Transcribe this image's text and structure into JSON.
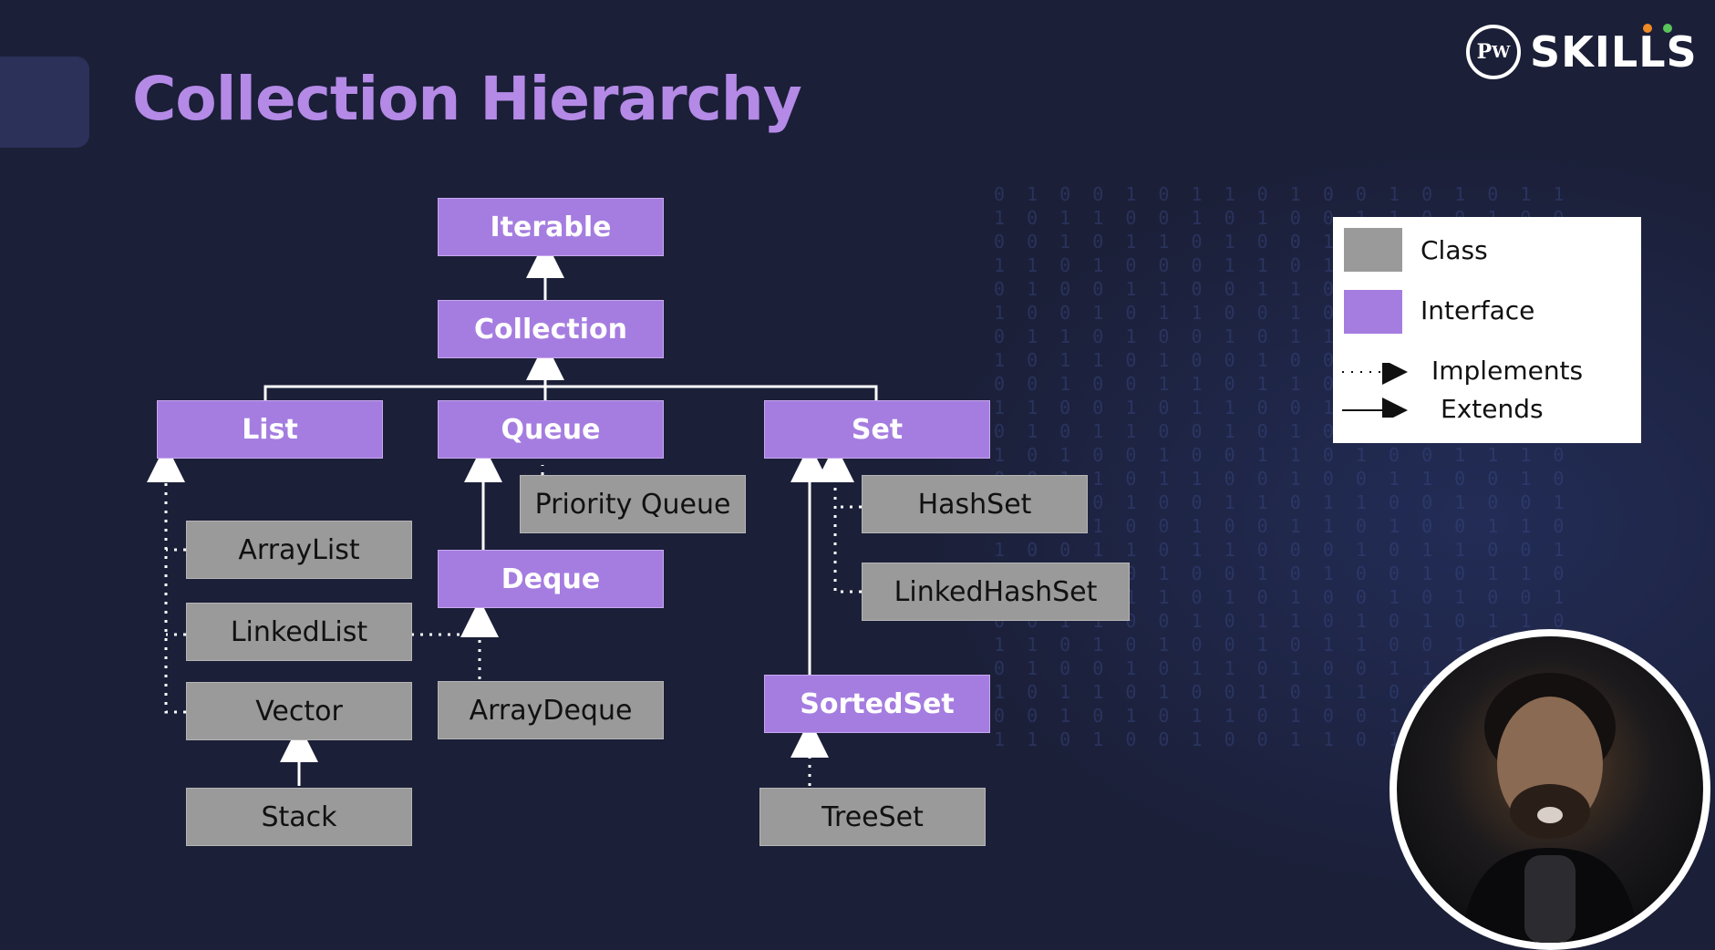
{
  "slide": {
    "title": "Collection Hierarchy",
    "logo_text": "SKILLS",
    "logo_monogram": "PW"
  },
  "diagram": {
    "nodes": {
      "iterable": {
        "label": "Iterable",
        "kind": "interface"
      },
      "collection": {
        "label": "Collection",
        "kind": "interface"
      },
      "list": {
        "label": "List",
        "kind": "interface"
      },
      "queue": {
        "label": "Queue",
        "kind": "interface"
      },
      "set": {
        "label": "Set",
        "kind": "interface"
      },
      "priority_queue": {
        "label": "Priority Queue",
        "kind": "class"
      },
      "hashset": {
        "label": "HashSet",
        "kind": "class"
      },
      "arraylist": {
        "label": "ArrayList",
        "kind": "class"
      },
      "deque": {
        "label": "Deque",
        "kind": "interface"
      },
      "linkedhashset": {
        "label": "LinkedHashSet",
        "kind": "class"
      },
      "linkedlist": {
        "label": "LinkedList",
        "kind": "class"
      },
      "vector": {
        "label": "Vector",
        "kind": "class"
      },
      "arraydeque": {
        "label": "ArrayDeque",
        "kind": "class"
      },
      "sortedset": {
        "label": "SortedSet",
        "kind": "interface"
      },
      "stack": {
        "label": "Stack",
        "kind": "class"
      },
      "treeset": {
        "label": "TreeSet",
        "kind": "class"
      }
    },
    "relations": [
      {
        "from": "Collection",
        "to": "Iterable",
        "type": "extends"
      },
      {
        "from": "List",
        "to": "Collection",
        "type": "extends"
      },
      {
        "from": "Queue",
        "to": "Collection",
        "type": "extends"
      },
      {
        "from": "Set",
        "to": "Collection",
        "type": "extends"
      },
      {
        "from": "Priority Queue",
        "to": "Queue",
        "type": "implements"
      },
      {
        "from": "Deque",
        "to": "Queue",
        "type": "extends"
      },
      {
        "from": "ArrayList",
        "to": "List",
        "type": "implements"
      },
      {
        "from": "LinkedList",
        "to": "List",
        "type": "implements"
      },
      {
        "from": "Vector",
        "to": "List",
        "type": "implements"
      },
      {
        "from": "LinkedList",
        "to": "Deque",
        "type": "implements"
      },
      {
        "from": "ArrayDeque",
        "to": "Deque",
        "type": "implements"
      },
      {
        "from": "Stack",
        "to": "Vector",
        "type": "extends"
      },
      {
        "from": "HashSet",
        "to": "Set",
        "type": "implements"
      },
      {
        "from": "LinkedHashSet",
        "to": "Set",
        "type": "implements"
      },
      {
        "from": "SortedSet",
        "to": "Set",
        "type": "extends"
      },
      {
        "from": "TreeSet",
        "to": "SortedSet",
        "type": "implements"
      }
    ]
  },
  "legend": {
    "class_label": "Class",
    "interface_label": "Interface",
    "implements_label": "Implements",
    "extends_label": "Extends"
  },
  "colors": {
    "background": "#1b1f38",
    "title": "#b48ae6",
    "interface": "#a57de0",
    "class": "#9a9a9a",
    "connector": "#ffffff"
  }
}
